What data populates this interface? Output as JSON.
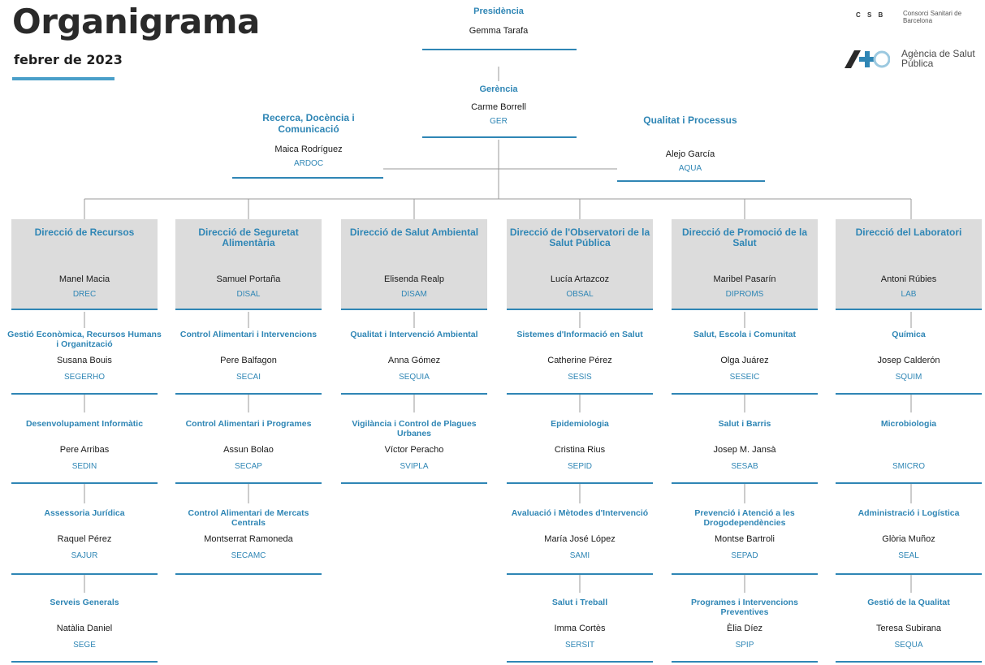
{
  "header": {
    "title": "Organigrama",
    "date": "febrer de 2023",
    "csb_abbr": "C S B",
    "csb_name": "Consorci Sanitari de Barcelona",
    "aspb_name": "Agència de Salut Pública",
    "accent_color": "#2f86b5"
  },
  "top": {
    "presidencia": {
      "name": "Presidència",
      "person": "Gemma Tarafa"
    },
    "gerencia": {
      "name": "Gerència",
      "person": "Carme Borrell",
      "code": "GER"
    },
    "ardoc": {
      "name": "Recerca, Docència i Comunicació",
      "person": "Maica Rodríguez",
      "code": "ARDOC"
    },
    "aqua": {
      "name": "Qualitat i Processus",
      "person": "Alejo García",
      "code": "AQUA"
    }
  },
  "directions": [
    {
      "name": "Direcció de Recursos",
      "person": "Manel Macia",
      "code": "DREC"
    },
    {
      "name": "Direcció de Seguretat Alimentària",
      "person": "Samuel Portaña",
      "code": "DISAL"
    },
    {
      "name": "Direcció de Salut Ambiental",
      "person": "Elisenda Realp",
      "code": "DISAM"
    },
    {
      "name": "Direcció de l'Observatori de la Salut Pública",
      "person": "Lucía Artazcoz",
      "code": "OBSAL"
    },
    {
      "name": "Direcció de Promoció de la Salut",
      "person": "Maribel Pasarín",
      "code": "DIPROMS"
    },
    {
      "name": "Direcció del Laboratori",
      "person": "Antoni Rúbies",
      "code": "LAB"
    }
  ],
  "services": [
    [
      {
        "name": "Gestió Econòmica, Recursos Humans i Organització",
        "person": "Susana Bouis",
        "code": "SEGERHO"
      },
      {
        "name": "Desenvolupament Informàtic",
        "person": "Pere Arribas",
        "code": "SEDIN"
      },
      {
        "name": "Assessoria Jurídica",
        "person": "Raquel Pérez",
        "code": "SAJUR"
      },
      {
        "name": "Serveis Generals",
        "person": "Natàlia Daniel",
        "code": "SEGE"
      }
    ],
    [
      {
        "name": "Control Alimentari i Intervencions",
        "person": "Pere Balfagon",
        "code": "SECAI"
      },
      {
        "name": "Control Alimentari i Programes",
        "person": "Assun Bolao",
        "code": "SECAP"
      },
      {
        "name": "Control Alimentari de Mercats Centrals",
        "person": "Montserrat Ramoneda",
        "code": "SECAMC"
      }
    ],
    [
      {
        "name": "Qualitat i Intervenció Ambiental",
        "person": "Anna Gómez",
        "code": "SEQUIA"
      },
      {
        "name": "Vigilància i Control de Plagues Urbanes",
        "person": "Víctor Peracho",
        "code": "SVIPLA"
      }
    ],
    [
      {
        "name": "Sistemes d'Informació en Salut",
        "person": "Catherine Pérez",
        "code": "SESIS"
      },
      {
        "name": "Epidemiologia",
        "person": "Cristina Rius",
        "code": "SEPID"
      },
      {
        "name": "Avaluació i Mètodes d'Intervenció",
        "person": "María José López",
        "code": "SAMI"
      },
      {
        "name": "Salut i Treball",
        "person": "Imma Cortès",
        "code": "SERSIT"
      }
    ],
    [
      {
        "name": "Salut, Escola i Comunitat",
        "person": "Olga Juárez",
        "code": "SESEIC"
      },
      {
        "name": "Salut i Barris",
        "person": "Josep M. Jansà",
        "code": "SESAB"
      },
      {
        "name": "Prevenció i Atenció a les Drogodependències",
        "person": "Montse Bartroli",
        "code": "SEPAD"
      },
      {
        "name": "Programes i Intervencions Preventives",
        "person": "Èlia Díez",
        "code": "SPIP"
      }
    ],
    [
      {
        "name": "Química",
        "person": "Josep Calderón",
        "code": "SQUIM"
      },
      {
        "name": "Microbiologia",
        "person": "",
        "code": "SMICRO"
      },
      {
        "name": "Administració i Logística",
        "person": "Glòria Muñoz",
        "code": "SEAL"
      },
      {
        "name": "Gestió de la Qualitat",
        "person": "Teresa Subirana",
        "code": "SEQUA"
      }
    ]
  ]
}
